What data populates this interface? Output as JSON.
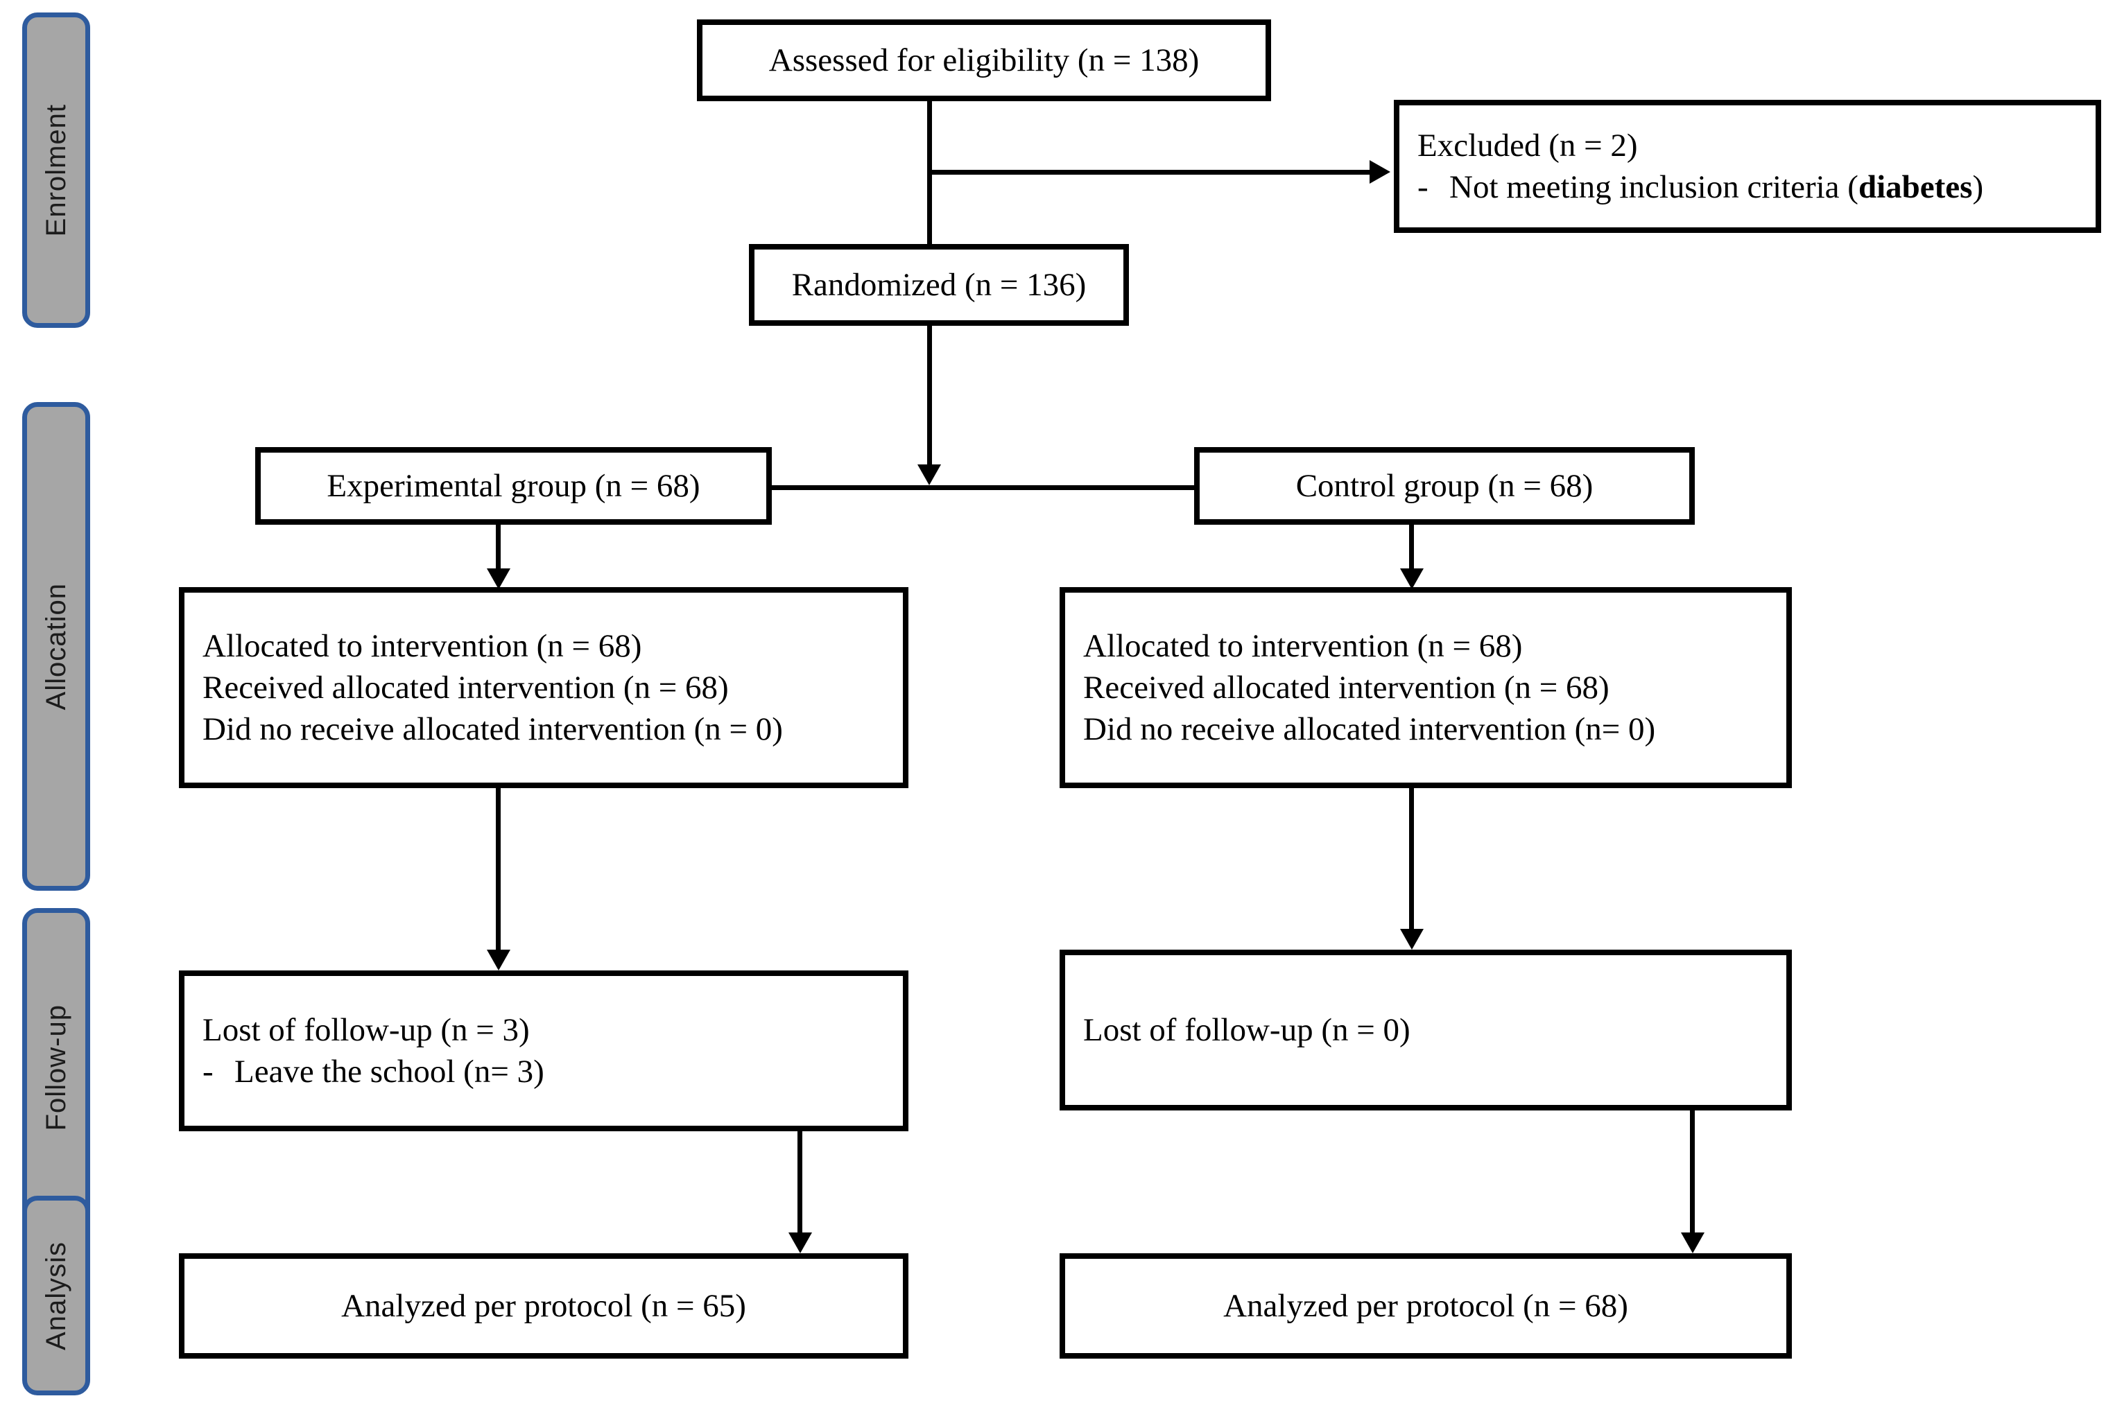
{
  "diagram": {
    "type": "consort-flow-diagram",
    "phases": [
      {
        "id": "enrolment",
        "label": "Enrolment"
      },
      {
        "id": "allocation",
        "label": "Allocation"
      },
      {
        "id": "followup",
        "label": "Follow-up"
      },
      {
        "id": "analysis",
        "label": "Analysis"
      }
    ],
    "colors": {
      "phase_fill": "#a6a6a6",
      "phase_border": "#2e5b9e",
      "box_border": "#000000",
      "box_fill": "#ffffff",
      "text": "#000000"
    },
    "nodes": {
      "assessed": {
        "text": "Assessed for eligibility  (n = 138)"
      },
      "excluded": {
        "title": "Excluded (n = 2)",
        "bullet_marker": "-",
        "bullet_prefix": "Not meeting inclusion criteria  (",
        "bullet_bold": "diabetes",
        "bullet_suffix": ")"
      },
      "randomized": {
        "text": "Randomized (n = 136)"
      },
      "experimental_group": {
        "text": "Experimental group (n = 68)"
      },
      "control_group": {
        "text": "Control group (n = 68)"
      },
      "alloc_left": {
        "line1": "Allocated to intervention (n = 68)",
        "line2": "Received allocated intervention  (n = 68)",
        "line3": "Did no receive  allocated intervention (n = 0)"
      },
      "alloc_right": {
        "line1": "Allocated to intervention (n = 68)",
        "line2": "Received allocated intervention  (n = 68)",
        "line3": "Did no receive  allocated intervention (n=  0)"
      },
      "followup_left": {
        "line1": "Lost of follow-up (n = 3)",
        "bullet_marker": "-",
        "bullet_text": "Leave the school (n=  3)"
      },
      "followup_right": {
        "line1": "Lost of follow-up (n = 0)"
      },
      "analysis_left": {
        "text": "Analyzed per protocol (n = 65)"
      },
      "analysis_right": {
        "text": "Analyzed per protocol (n = 68)"
      }
    }
  }
}
